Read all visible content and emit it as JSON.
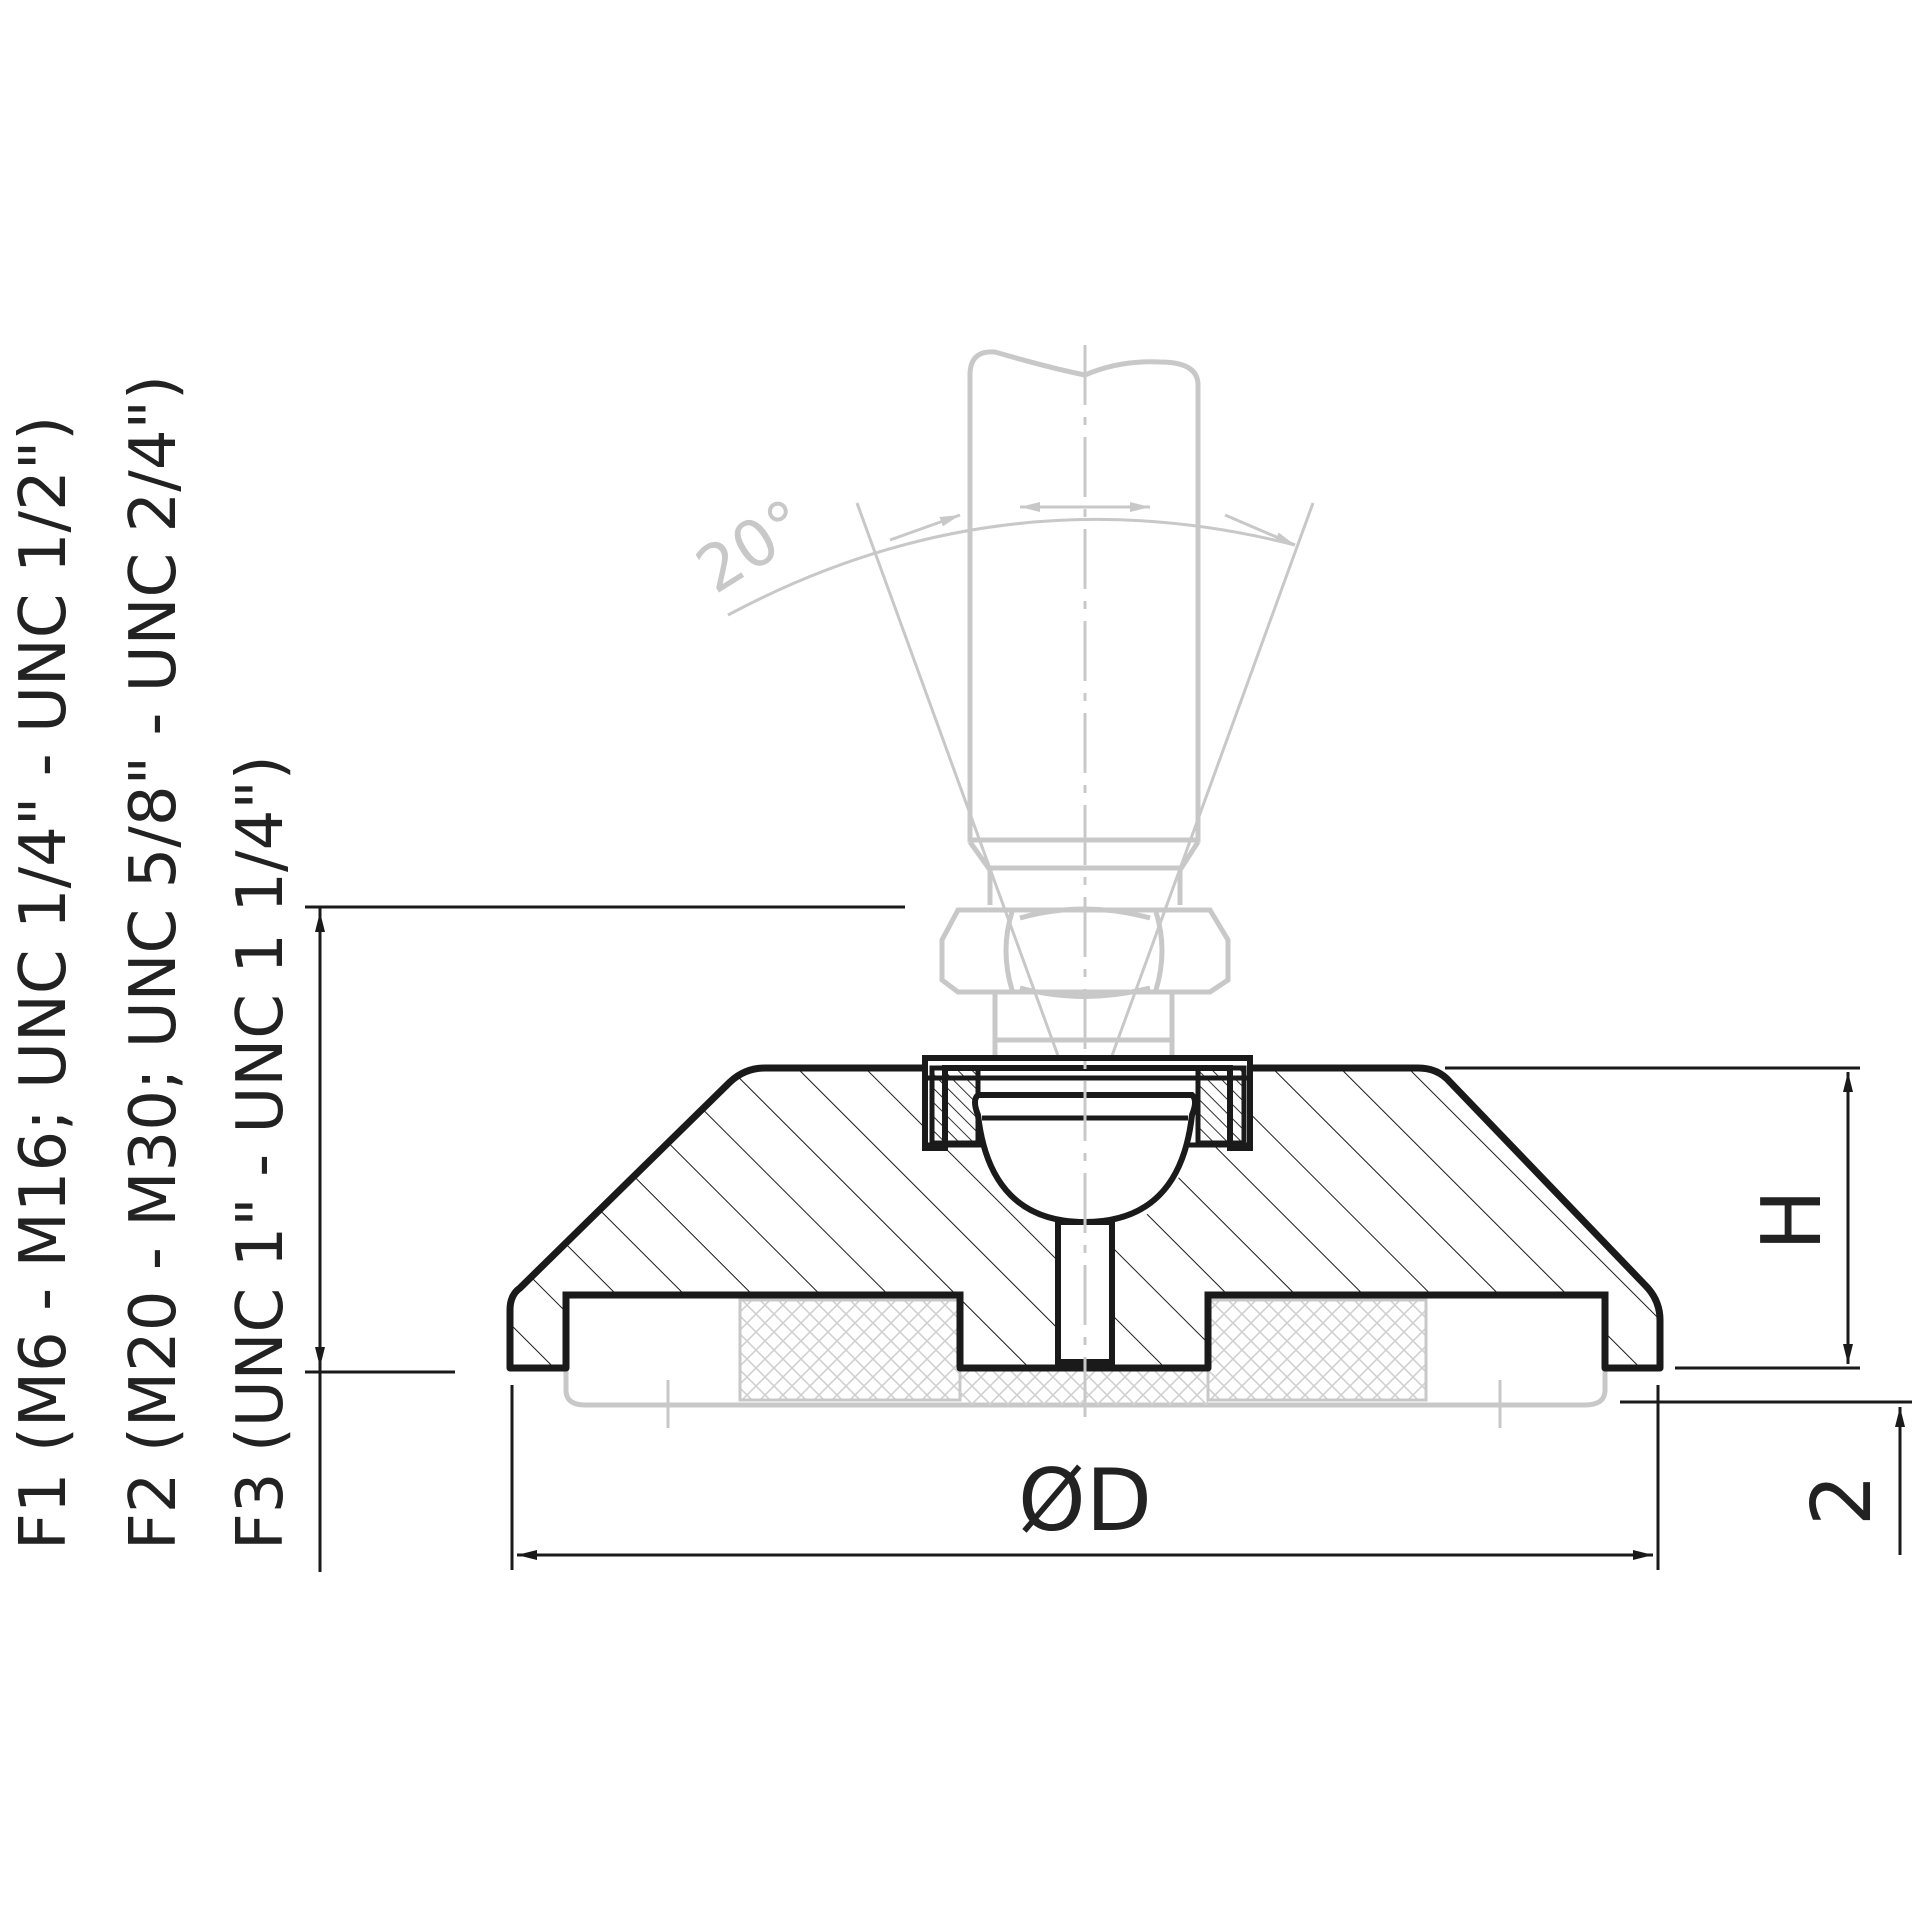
{
  "drawing": {
    "thread_labels": [
      "F1 (M6 - M16; UNC 1/4\" - UNC 1/2\")",
      "F2 (M20 - M30; UNC 5/8\" - UNC 2/4\")",
      "F3 (UNC 1\" - UNC 1 1/4\")"
    ],
    "angle_label": "20°",
    "diameter_label": "ØD",
    "height_label": "H",
    "pad_label": "2",
    "colors": {
      "line": "#1a1a1a",
      "ghost": "#c8c8c8",
      "background": "#ffffff"
    }
  }
}
